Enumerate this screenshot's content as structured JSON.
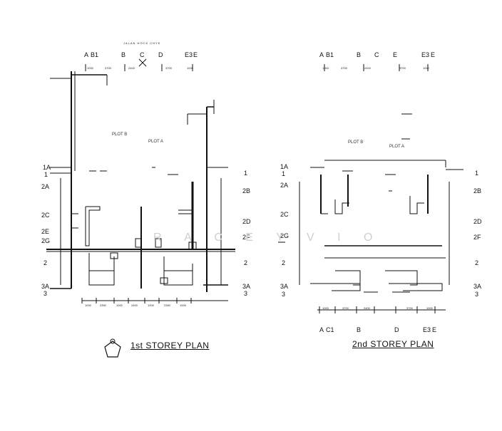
{
  "road_label": "JALAN HOCK CHYE",
  "plan1": {
    "title": "1st STOREY PLAN",
    "top_grid": [
      "A",
      "B1",
      "B",
      "C",
      "D",
      "E3",
      "E"
    ],
    "left_grid": [
      "1A",
      "1",
      "2A",
      "2C",
      "2E",
      "2G",
      "2",
      "3A",
      "3"
    ],
    "right_grid": [
      "1",
      "2B",
      "2D",
      "2F",
      "2",
      "3A",
      "3"
    ],
    "plot_labels": [
      "PLOT B",
      "PLOT A"
    ],
    "top_dims": [
      "1000",
      "3700",
      "2400",
      "3700",
      "1000"
    ],
    "bottom_dims": [
      "1000",
      "2350",
      "1000",
      "2400",
      "1200",
      "2350",
      "1000"
    ]
  },
  "plan2": {
    "title": "2nd STOREY PLAN",
    "top_grid": [
      "A",
      "B1",
      "B",
      "C",
      "E",
      "E3",
      "E"
    ],
    "bottom_grid": [
      "A",
      "C1",
      "B",
      "D",
      "E3",
      "E"
    ],
    "left_grid": [
      "1A",
      "1",
      "2A",
      "2C",
      "2G",
      "2",
      "3A",
      "3"
    ],
    "right_grid": [
      "1",
      "2B",
      "2D",
      "2F",
      "2",
      "3A",
      "3"
    ],
    "plot_labels": [
      "PLOT B",
      "PLOT A"
    ],
    "top_dims": [
      "1000",
      "3700",
      "2400",
      "3700",
      "1000"
    ],
    "bottom_dims": [
      "1000",
      "3700",
      "2400",
      "3700",
      "1000"
    ]
  },
  "watermark": "R A C E Y   V I O"
}
